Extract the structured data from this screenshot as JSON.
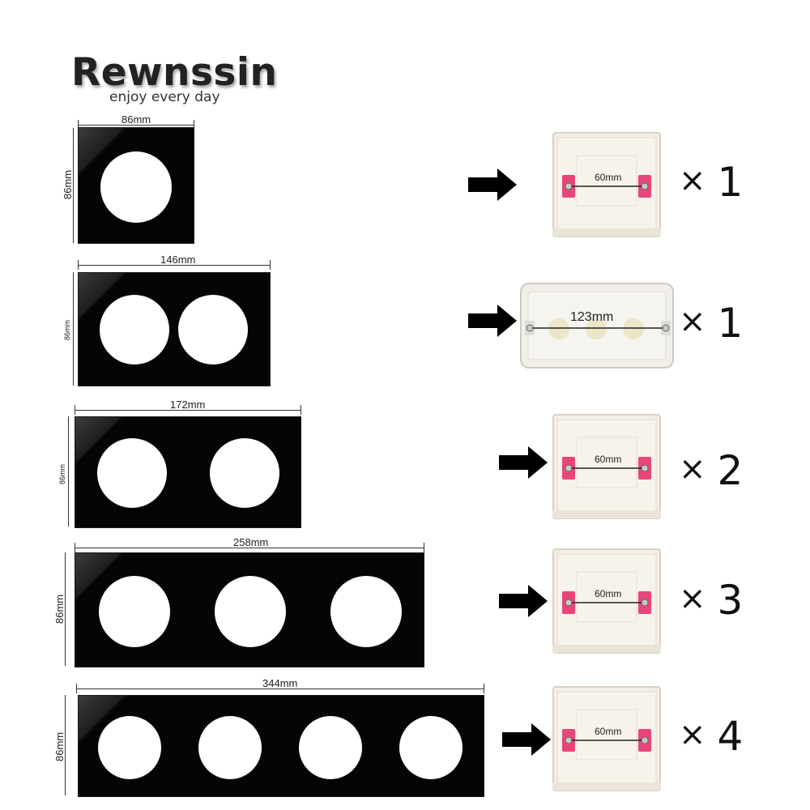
{
  "brand": {
    "name": "Rewnssin",
    "tagline": "enjoy every day"
  },
  "rows": [
    {
      "width_label": "86mm",
      "height_label": "86mm",
      "gang": 1,
      "spacing_label": "60mm",
      "multiplier_symbol": "×",
      "multiplier": "1",
      "box_type": "square"
    },
    {
      "width_label": "146mm",
      "height_label": "86mm",
      "gang": 2,
      "spacing_label": "123mm",
      "multiplier_symbol": "×",
      "multiplier": "1",
      "box_type": "long"
    },
    {
      "width_label": "172mm",
      "height_label": "86mm",
      "gang": 2,
      "spacing_label": "60mm",
      "multiplier_symbol": "×",
      "multiplier": "2",
      "box_type": "square"
    },
    {
      "width_label": "258mm",
      "height_label": "86mm",
      "gang": 3,
      "spacing_label": "60mm",
      "multiplier_symbol": "×",
      "multiplier": "3",
      "box_type": "square"
    },
    {
      "width_label": "344mm",
      "height_label": "86mm",
      "gang": 4,
      "spacing_label": "60mm",
      "multiplier_symbol": "×",
      "multiplier": "4",
      "box_type": "square"
    }
  ],
  "colors": {
    "panel": "#050505",
    "box": "#f3efe6",
    "clip": "#e8457a",
    "arrow": "#000000"
  }
}
